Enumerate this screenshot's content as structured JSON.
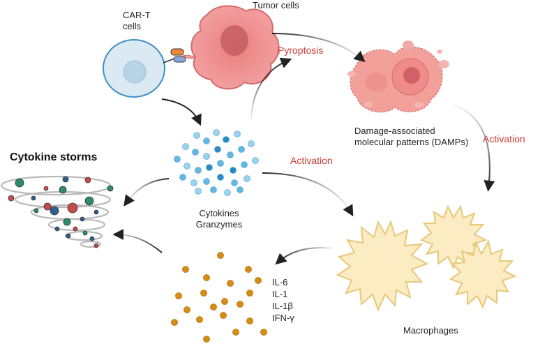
{
  "labels": {
    "cart": [
      "CAR-T",
      "cells"
    ],
    "tumor": "Tumor cells",
    "pyroptosis": "Pyroptosis",
    "damps": [
      "Damage-associated",
      "molecular patterns (DAMPs)"
    ],
    "activation_right": "Activation",
    "activation_center": "Activation",
    "cytokine_storms": "Cytokine storms",
    "cytokines": [
      "Cytokines",
      "Granzymes"
    ],
    "interleukins": [
      "IL-6",
      "IL-1",
      "IL-1β",
      "IFN-γ"
    ],
    "macrophages": "Macrophages"
  },
  "colors": {
    "label_red": "#cf3a36",
    "cart_fill": "#dbe9f2",
    "tumor_fill": "#f08f8f",
    "macrophage_fill": "#fbecc3",
    "cytokine_dot": "#63b8e3",
    "interleukin_dot": "#d88c14",
    "arrow": "#222222"
  }
}
